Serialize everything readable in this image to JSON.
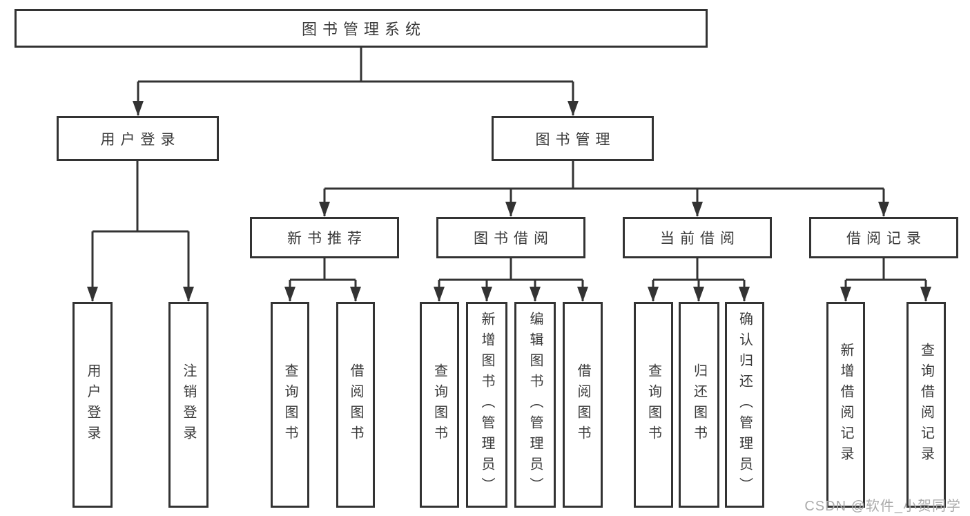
{
  "diagram": {
    "root": {
      "label": "图书管理系统"
    },
    "branches": [
      {
        "label": "用户登录",
        "children": [
          {
            "label": "用户登录"
          },
          {
            "label": "注销登录"
          }
        ]
      },
      {
        "label": "图书管理",
        "children": [
          {
            "label": "新书推荐",
            "children": [
              {
                "label": "查询图书"
              },
              {
                "label": "借阅图书"
              }
            ]
          },
          {
            "label": "图书借阅",
            "children": [
              {
                "label": "查询图书"
              },
              {
                "label": "新增图书（管理员）"
              },
              {
                "label": "编辑图书（管理员）"
              },
              {
                "label": "借阅图书"
              }
            ]
          },
          {
            "label": "当前借阅",
            "children": [
              {
                "label": "查询图书"
              },
              {
                "label": "归还图书"
              },
              {
                "label": "确认归还（管理员）"
              }
            ]
          },
          {
            "label": "借阅记录",
            "children": [
              {
                "label": "新增借阅记录"
              },
              {
                "label": "查询借阅记录"
              }
            ]
          }
        ]
      }
    ]
  },
  "watermark": {
    "text": "CSDN @软件_小贺同学"
  },
  "colors": {
    "line": "#333333",
    "text": "#3a3a3a",
    "watermark": "#ababab",
    "background": "#ffffff"
  }
}
